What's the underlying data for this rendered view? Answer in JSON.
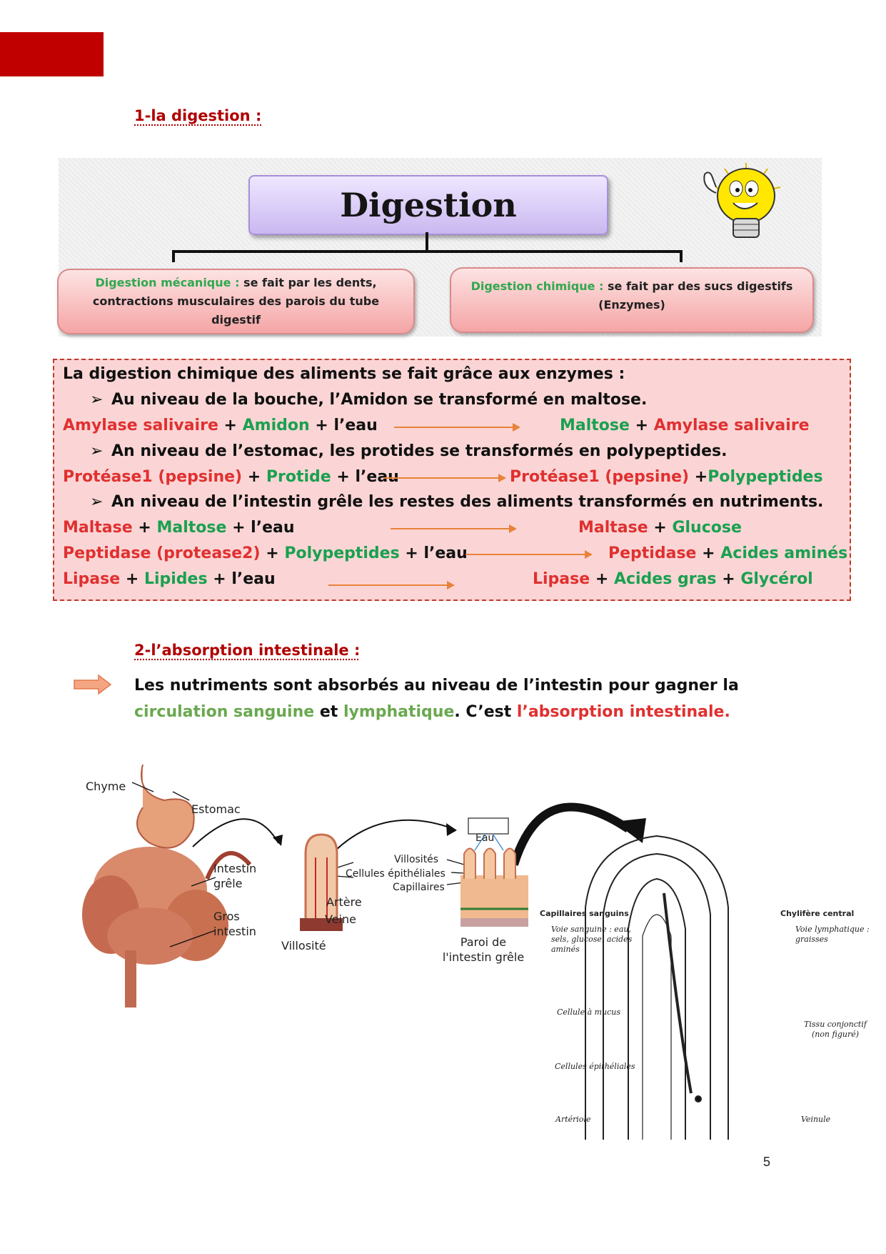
{
  "section1": {
    "title": "1-la digestion :"
  },
  "diagram": {
    "title": "Digestion",
    "mechanical": {
      "label": "Digestion mécanique :",
      "text": "se fait par les dents, contractions musculaires des parois du tube digestif"
    },
    "chemical": {
      "label": "Digestion chimique :",
      "text": "se fait par des sucs digestifs (Enzymes)"
    }
  },
  "enzymes": {
    "intro": "La digestion chimique des aliments se fait grâce aux enzymes :",
    "mouth": "Au niveau de la bouche, l’Amidon se transformé en maltose.",
    "eq1": {
      "a": "Amylase salivaire",
      "b": "Amidon",
      "c": "l’eau",
      "r1": "Maltose",
      "r2": "Amylase salivaire"
    },
    "stomach": "An niveau de l’estomac, les protides se transformés en polypeptides.",
    "eq2": {
      "a": "Protéase1 (pepsine)",
      "b": "Protide",
      "c": "l’eau",
      "r1": "Protéase1 (pepsine)",
      "r2": "Polypeptides"
    },
    "intestine": "An niveau de l’intestin grêle les restes des aliments transformés en nutriments.",
    "eq3": {
      "a": "Maltase",
      "b": "Maltose",
      "c": "l’eau",
      "r1": "Maltase",
      "r2": "Glucose"
    },
    "eq4": {
      "a": "Peptidase (protease2)",
      "b": "Polypeptides",
      "c": "l’eau",
      "r1": "Peptidase",
      "r2": "Acides aminés"
    },
    "eq5": {
      "a": "Lipase",
      "b": "Lipides",
      "c": "l’eau",
      "r1": "Lipase",
      "r2": "Acides gras",
      "r3": "Glycérol"
    },
    "plus": "+"
  },
  "section2": {
    "title": "2-l’absorption intestinale :",
    "line1": "Les nutriments sont absorbés au niveau de l’intestin pour gagner la",
    "circ": "circulation sanguine",
    "et": "et",
    "lymph": "lymphatique",
    "mid": ". C’est",
    "absorption": "l’absorption intestinale."
  },
  "figure": {
    "chyme": "Chyme",
    "estomac": "Estomac",
    "intestin_grele": "Intestin grêle",
    "gros_intestin": "Gros intestin",
    "artere": "Artère",
    "veine": "Veine",
    "villosite": "Villosité",
    "eau": "Eau",
    "villosites": "Villosités",
    "cellules_epitheliales": "Cellules épithéliales",
    "capillaires": "Capillaires",
    "paroi": "Paroi de l'intestin grêle",
    "capillaires_sanguins": "Capillaires sanguins",
    "voie_sanguine": "Voie sanguine : eau, sels, glucose, acides aminés",
    "chylifere": "Chylifère central",
    "voie_lymphatique": "Voie lymphatique : graisses",
    "cellule_mucus": "Cellule à mucus",
    "tissu": "Tissu conjonctif (non figuré)",
    "cellules_epi2": "Cellules épithéliales",
    "arteriole": "Artériole",
    "veinule": "Veinule"
  },
  "page_number": "5"
}
